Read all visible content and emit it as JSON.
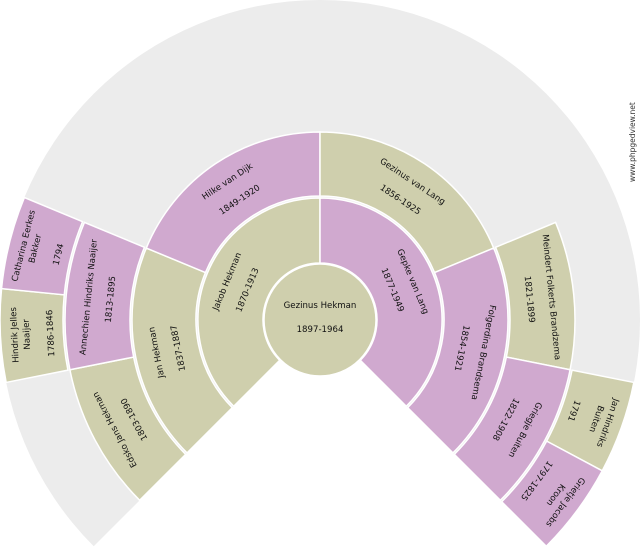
{
  "watermark": "www.phpgedview.net",
  "colors": {
    "male": "#cfcfad",
    "female": "#d0a9cf",
    "empty": "#ececec",
    "separator": "#ffffff"
  },
  "persons": [
    {
      "ahnentafel": 1,
      "sex": "male",
      "name": [
        "Gezinus Hekman"
      ],
      "dates": "1897-1964"
    },
    {
      "ahnentafel": 2,
      "sex": "male",
      "name": [
        "Jakob Hekman"
      ],
      "dates": "1870-1913"
    },
    {
      "ahnentafel": 3,
      "sex": "female",
      "name": [
        "Gepke van Lang"
      ],
      "dates": "1877-1949"
    },
    {
      "ahnentafel": 4,
      "sex": "male",
      "name": [
        "Jan Hekman"
      ],
      "dates": "1837-1887"
    },
    {
      "ahnentafel": 5,
      "sex": "female",
      "name": [
        "Hilke van Dijk"
      ],
      "dates": "1849-1920"
    },
    {
      "ahnentafel": 6,
      "sex": "male",
      "name": [
        "Gezinus van Lang"
      ],
      "dates": "1856-1925"
    },
    {
      "ahnentafel": 7,
      "sex": "female",
      "name": [
        "Folgerdina Brandsema"
      ],
      "dates": "1854-1921"
    },
    {
      "ahnentafel": 8,
      "sex": "male",
      "name": [
        "Edsko Jans Hekman"
      ],
      "dates": "1803-1890"
    },
    {
      "ahnentafel": 9,
      "sex": "female",
      "name": [
        "Annechien Hindriks Naaijer"
      ],
      "dates": "1813-1895"
    },
    {
      "ahnentafel": 14,
      "sex": "male",
      "name": [
        "Meindert Folkerts Brandzema"
      ],
      "dates": "1821-1899"
    },
    {
      "ahnentafel": 15,
      "sex": "female",
      "name": [
        "Griegje Buiten"
      ],
      "dates": "1822-1908"
    },
    {
      "ahnentafel": 18,
      "sex": "male",
      "name": [
        "Hindrik Jelles",
        "Naaijer"
      ],
      "dates": "1786-1846"
    },
    {
      "ahnentafel": 19,
      "sex": "female",
      "name": [
        "Catharina Eerkes",
        "Bakker"
      ],
      "dates": "1794"
    },
    {
      "ahnentafel": 30,
      "sex": "male",
      "name": [
        "Jan Hindriks",
        "Buiten"
      ],
      "dates": "1791"
    },
    {
      "ahnentafel": 31,
      "sex": "female",
      "name": [
        "Grietje Jacobs",
        "Kroon"
      ],
      "dates": "1797-1825"
    }
  ]
}
